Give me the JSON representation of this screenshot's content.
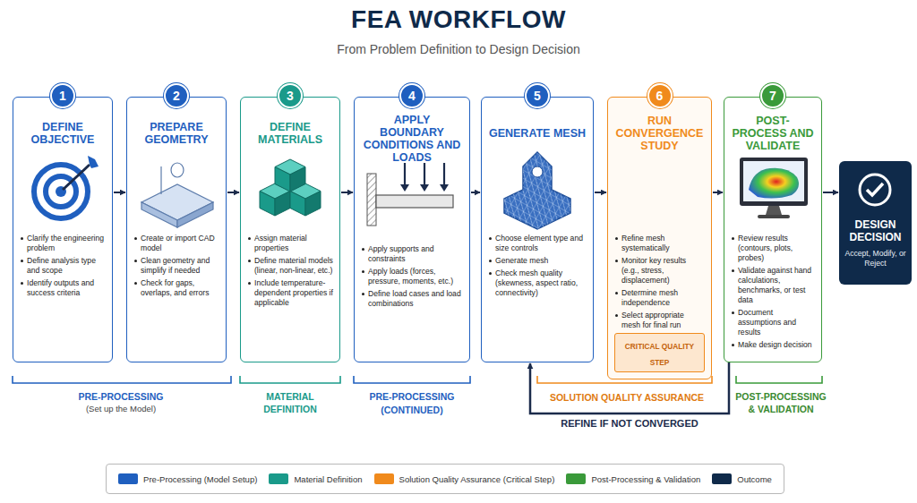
{
  "diagram": {
    "title": "FEA WORKFLOW",
    "nodes": [
      {
        "text": [
          "DEFINE OBJECTIVE",
          "Clarify the engineering problem",
          "Define analysis type and scope",
          "Identify outputs and success criteria"
        ]
      },
      {
        "text": [
          "1"
        ],
        "in": 0
      },
      {
        "text": [
          "PREPARE GEOMETRY",
          "Create or import CAD model",
          "Clean geometry and simplify if needed",
          "Check for gaps, overlaps, and errors"
        ]
      },
      {
        "text": [
          "2"
        ],
        "in": 2
      },
      {
        "text": [
          "DEFINE MATERIALS",
          "Assign material properties",
          "Define material models (linear, non-linear, etc.)",
          "Include temperature-dependent properties if applicable"
        ]
      },
      {
        "text": [
          "3"
        ],
        "in": 4
      },
      {
        "text": [
          "APPLY BOUNDARY CONDITIONS AND LOADS",
          "Apply supports and constraints",
          "Apply loads (forces, pressure, moments, etc.)",
          "Define load cases and load combinations"
        ]
      },
      {
        "text": [
          "4"
        ],
        "in": 6
      },
      {
        "text": [
          "GENERATE MESH",
          "Choose element type and size controls",
          "Generate mesh",
          "Check mesh quality (skewness, aspect ratio, connectivity)"
        ]
      },
      {
        "text": [
          "5"
        ],
        "in": 8
      },
      {
        "text": [
          "RUN CONVERGENCE STUDY",
          "Refine mesh systematically",
          "Monitor key results (e.g., stress, displacement)",
          "Determine mesh independence",
          "Select appropriate mesh for final run"
        ]
      },
      {
        "text": [
          "6"
        ],
        "in": 10
      },
      {
        "text": [
          "CRITICAL QUALITY STEP"
        ],
        "in": 10
      },
      {
        "text": [
          "POST-PROCESS AND VALIDATE",
          "Review results (contours, plots, probes)",
          "Validate against hand calculations, benchmarks, or test data",
          "Document assumptions and results",
          "Make design decision"
        ]
      },
      {
        "text": [
          "7"
        ],
        "in": 13
      },
      {
        "text": [
          "DESIGN DECISION",
          "Accept, Modify, or Reject"
        ]
      }
    ],
    "edges": [
      {
        "from": 0,
        "to": 2,
        "arrow": "to"
      },
      {
        "from": 2,
        "to": 4,
        "arrow": "to"
      },
      {
        "from": 4,
        "to": 6,
        "arrow": "to"
      },
      {
        "from": 6,
        "to": 8,
        "arrow": "to"
      },
      {
        "from": 8,
        "to": 10,
        "arrow": "to"
      },
      {
        "from": 10,
        "to": 13,
        "arrow": "to"
      },
      {
        "from": 13,
        "to": 15,
        "arrow": "to"
      },
      {
        "from": 13,
        "to": 8,
        "label": "REFINE IF NOT CONVERGED",
        "arrow": "to"
      }
    ],
    "labels": [
      "From Problem Definition to Design Decision",
      "PRE-PROCESSING",
      "(Set up the Model)",
      "MATERIAL DEFINITION",
      "PRE-PROCESSING",
      "(CONTINUED)",
      "SOLUTION QUALITY ASSURANCE",
      "POST-PROCESSING & VALIDATION"
    ],
    "legend": [
      {
        "text": "Pre-Processing (Model Setup)",
        "color": "#1f5fbf"
      },
      {
        "text": "Material Definition",
        "color": "#1a9a8a"
      },
      {
        "text": "Solution Quality Assurance (Critical Step)",
        "color": "#f08a1c"
      },
      {
        "text": "Post-Processing & Validation",
        "color": "#3a9a3a"
      },
      {
        "text": "Outcome",
        "color": "#0f2a4a"
      }
    ]
  }
}
